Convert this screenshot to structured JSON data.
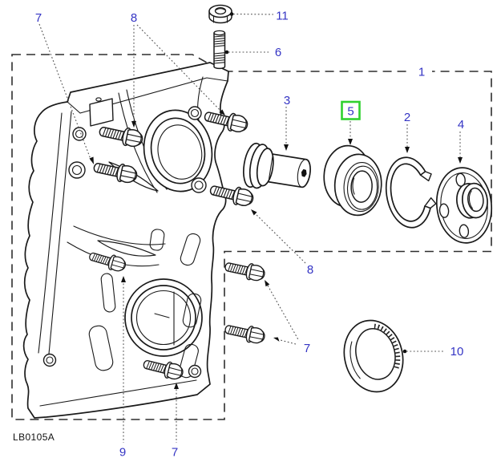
{
  "diagram": {
    "code": "LB0105A",
    "callout_color": "#3434c4",
    "highlight": {
      "color": "#2fd12f",
      "part_label": "5"
    },
    "line_color": "#1a1a1a",
    "callouts": [
      {
        "id": "7-top",
        "label": "7"
      },
      {
        "id": "8-top",
        "label": "8"
      },
      {
        "id": "11",
        "label": "11"
      },
      {
        "id": "6",
        "label": "6"
      },
      {
        "id": "1",
        "label": "1"
      },
      {
        "id": "3",
        "label": "3"
      },
      {
        "id": "5",
        "label": "5"
      },
      {
        "id": "2",
        "label": "2"
      },
      {
        "id": "4",
        "label": "4"
      },
      {
        "id": "8-mid",
        "label": "8"
      },
      {
        "id": "7-mid",
        "label": "7"
      },
      {
        "id": "10",
        "label": "10"
      },
      {
        "id": "9",
        "label": "9"
      },
      {
        "id": "7-bottom",
        "label": "7"
      }
    ]
  }
}
